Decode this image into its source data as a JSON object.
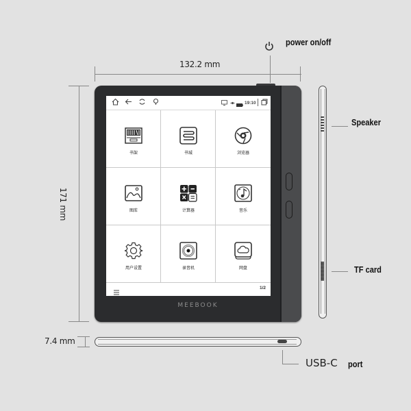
{
  "annotations": {
    "width_label": "132.2 mm",
    "height_label": "171 mm",
    "thickness_label": "7.4 mm",
    "power_label": "power on/off",
    "speaker_label": "Speaker",
    "tf_card_label": "TF card",
    "usb_label_main": "USB-C",
    "usb_label_suffix": "port"
  },
  "device": {
    "brand": "MEEBOOK"
  },
  "screen": {
    "statusbar": {
      "left_icons": [
        "home-icon",
        "back-icon",
        "refresh-icon",
        "light-icon"
      ],
      "right_icons": [
        "screen-icon",
        "wifi-icon",
        "battery-icon"
      ],
      "time": "19:10",
      "multitask_icon": "recent-apps-icon"
    },
    "apps": [
      {
        "label": "书架",
        "icon": "bookshelf-icon"
      },
      {
        "label": "书城",
        "icon": "bookstore-icon"
      },
      {
        "label": "浏览器",
        "icon": "browser-icon"
      },
      {
        "label": "图库",
        "icon": "gallery-icon"
      },
      {
        "label": "计算器",
        "icon": "calculator-icon"
      },
      {
        "label": "音乐",
        "icon": "music-icon"
      },
      {
        "label": "用户设置",
        "icon": "settings-icon"
      },
      {
        "label": "录音机",
        "icon": "recorder-icon"
      },
      {
        "label": "网盘",
        "icon": "cloud-drive-icon"
      }
    ],
    "bottombar": {
      "menu_icon": "menu-icon",
      "page_indicator": "1/2"
    }
  }
}
